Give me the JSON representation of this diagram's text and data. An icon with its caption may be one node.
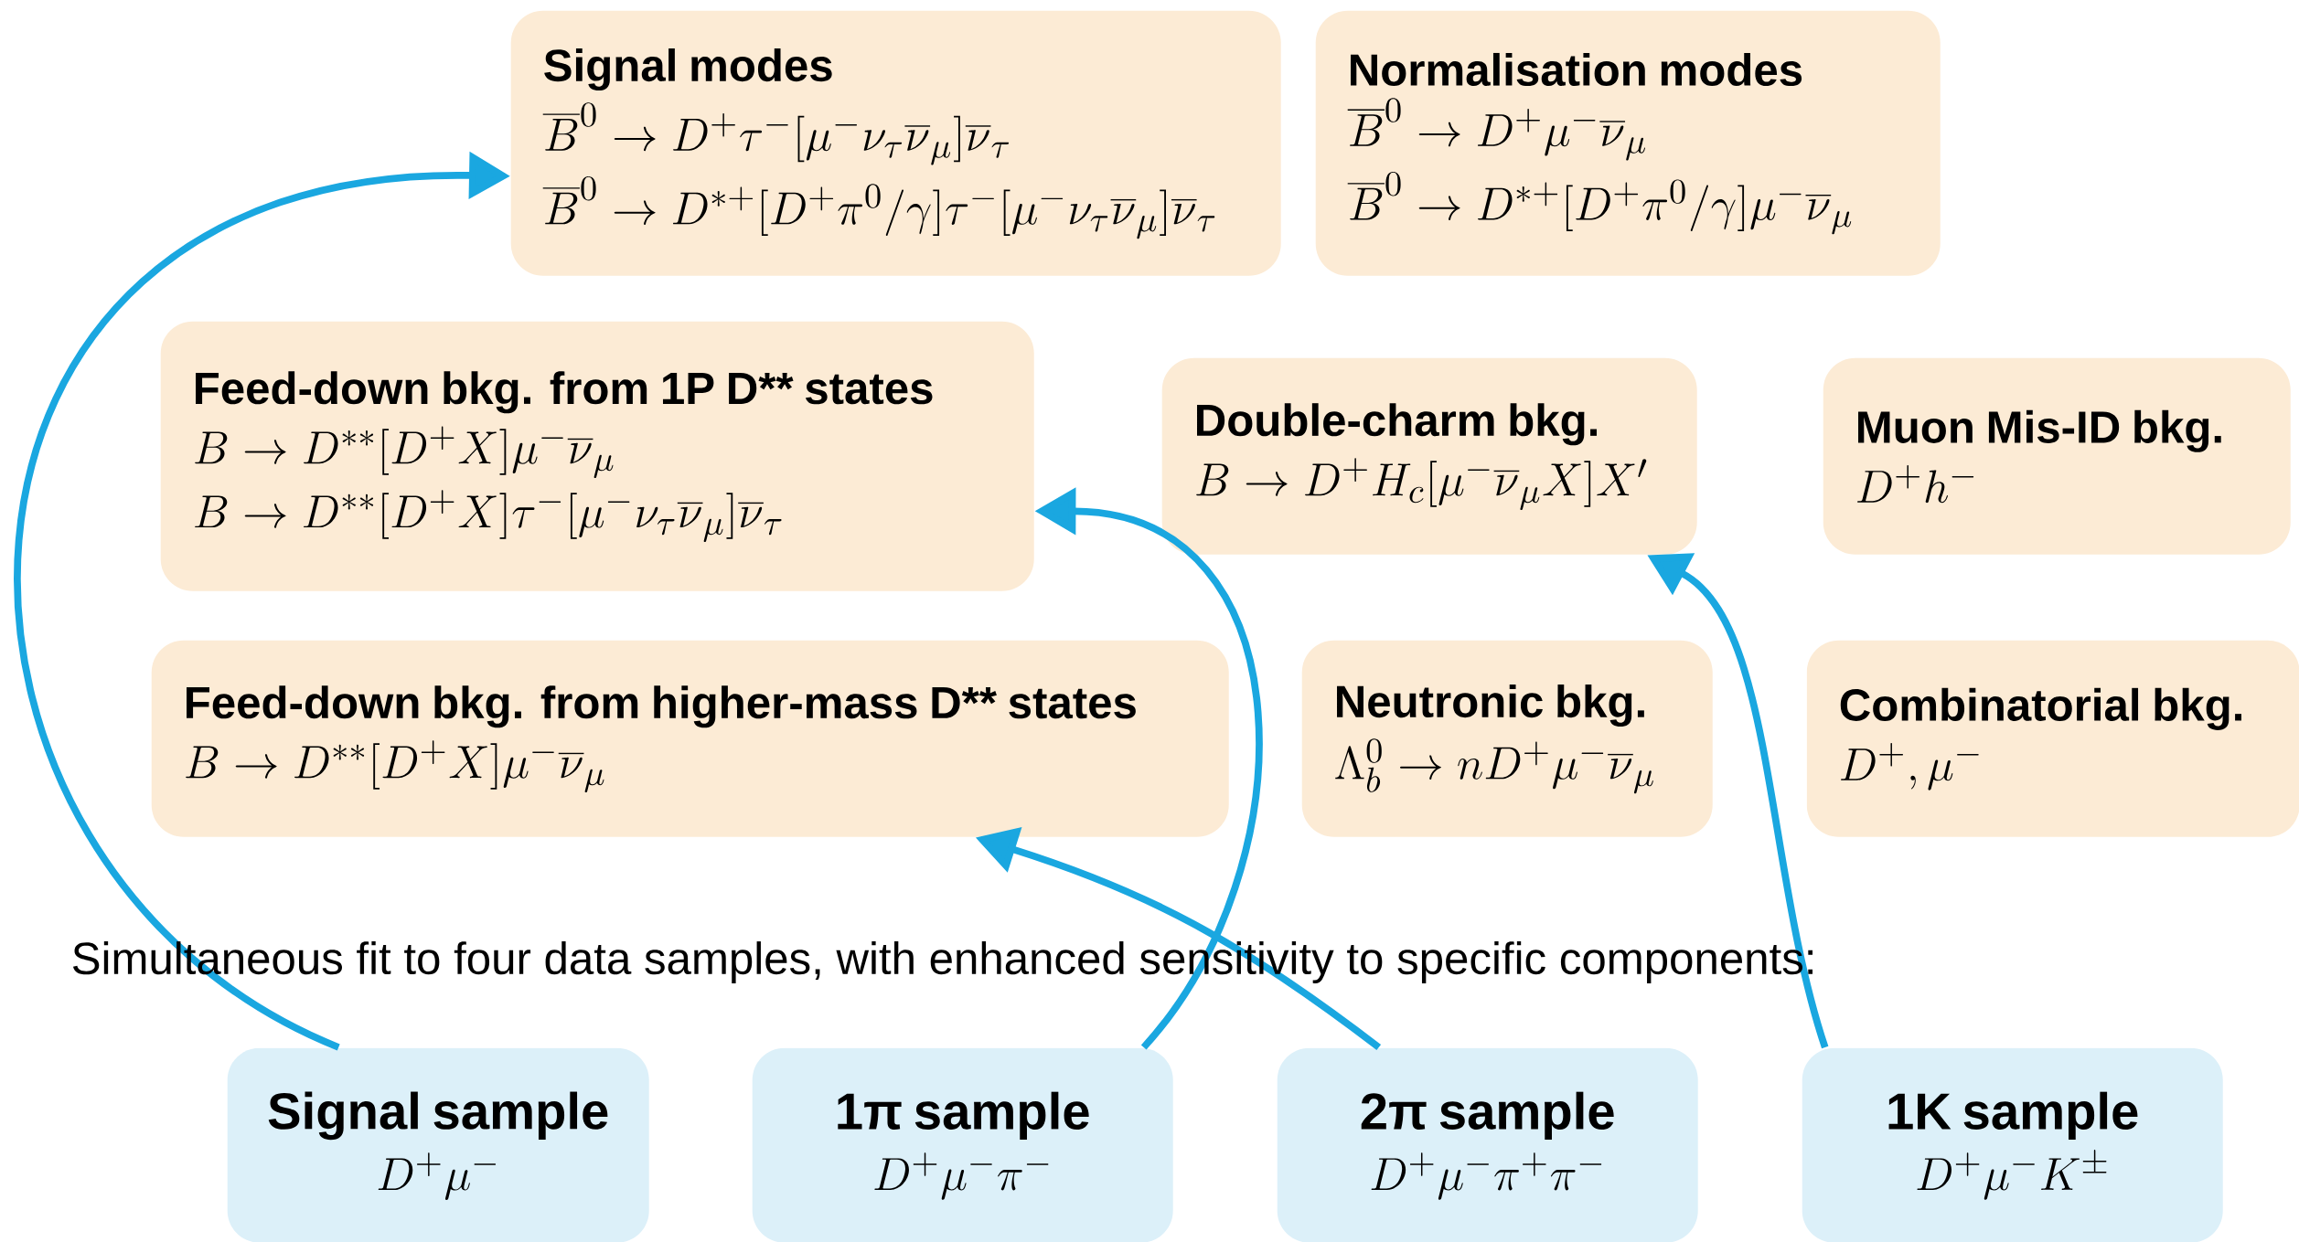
{
  "diagram": {
    "nodes": [
      {
        "text": [
          "Signal modes",
          "\\overline{B}^0 \\to D^+\\tau^-[\\mu^-\\nu_\\tau\\overline{\\nu}_\\mu]\\overline{\\nu}_\\tau",
          "\\overline{B}^0 \\to D^{*+}[D^+\\pi^0/\\gamma]\\tau^-[\\mu^-\\nu_\\tau\\overline{\\nu}_\\mu]\\overline{\\nu}_\\tau"
        ]
      },
      {
        "text": [
          "Normalisation modes",
          "\\overline{B}^0 \\to D^+\\mu^-\\overline{\\nu}_\\mu",
          "\\overline{B}^0 \\to D^{*+}[D^+\\pi^0/\\gamma]\\mu^-\\overline{\\nu}_\\mu"
        ]
      },
      {
        "text": [
          "Feed-down bkg. from 1P D** states",
          "B \\to D^{**}[D^+X]\\mu^-\\overline{\\nu}_\\mu",
          "B \\to D^{**}[D^+X]\\tau^-[\\mu^-\\nu_\\tau\\overline{\\nu}_\\mu]\\overline{\\nu}_\\tau"
        ]
      },
      {
        "text": [
          "Double-charm bkg.",
          "B \\to D^+H_c[\\mu^-\\overline{\\nu}_\\mu X]X'"
        ]
      },
      {
        "text": [
          "Muon Mis-ID bkg.",
          "D^+h^-"
        ]
      },
      {
        "text": [
          "Feed-down bkg. from higher-mass D** states",
          "B \\to D^{**}[D^+X]\\mu^-\\overline{\\nu}_\\mu"
        ]
      },
      {
        "text": [
          "Neutronic bkg.",
          "\\Lambda_b^0 \\to nD^+\\mu^-\\overline{\\nu}_\\mu"
        ]
      },
      {
        "text": [
          "Combinatorial bkg.",
          "D^+,\\mu^-"
        ]
      },
      {
        "text": [
          "Signal sample",
          "D^+\\mu^-"
        ]
      },
      {
        "text": [
          "1π sample",
          "D^+\\mu^-\\pi^-"
        ]
      },
      {
        "text": [
          "2π sample",
          "D^+\\mu^-\\pi^+\\pi^-"
        ]
      },
      {
        "text": [
          "1K sample",
          "D^+\\mu^-K^\\pm"
        ]
      }
    ],
    "edges": [
      {
        "from": 8,
        "to": 0,
        "arrow": "to"
      },
      {
        "from": 9,
        "to": 2,
        "arrow": "to"
      },
      {
        "from": 10,
        "to": 5,
        "arrow": "to"
      },
      {
        "from": 11,
        "to": 3,
        "arrow": "to"
      }
    ],
    "labels": [
      "Simultaneous fit to four data samples, with enhanced sensitivity to specific components:"
    ]
  }
}
